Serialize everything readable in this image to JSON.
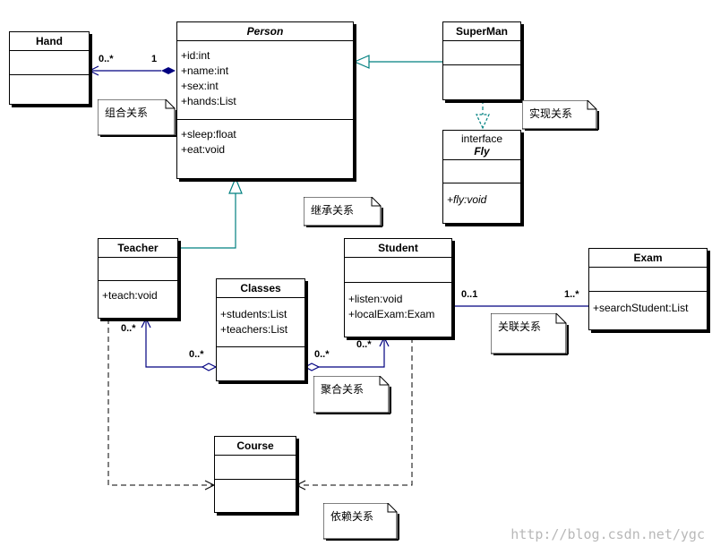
{
  "classes": {
    "hand": {
      "name": "Hand"
    },
    "person": {
      "name": "Person",
      "attributes": [
        "+id:int",
        "+name:int",
        "+sex:int",
        "+hands:List"
      ],
      "operations": [
        "+sleep:float",
        "+eat:void"
      ]
    },
    "superman": {
      "name": "SuperMan"
    },
    "fly": {
      "stereotype": "interface",
      "name": "Fly",
      "operations": [
        "+fly:void"
      ]
    },
    "teacher": {
      "name": "Teacher",
      "operations": [
        "+teach:void"
      ]
    },
    "classes": {
      "name": "Classes",
      "attributes": [
        "+students:List",
        "+teachers:List"
      ]
    },
    "student": {
      "name": "Student",
      "operations": [
        "+listen:void",
        "+localExam:Exam"
      ]
    },
    "exam": {
      "name": "Exam",
      "operations": [
        "+searchStudent:List"
      ]
    },
    "course": {
      "name": "Course"
    }
  },
  "notes": {
    "composition": "组合关系",
    "realization": "实现关系",
    "inheritance": "继承关系",
    "association": "关联关系",
    "aggregation": "聚合关系",
    "dependency": "依赖关系"
  },
  "multiplicities": {
    "hand_end": "0..*",
    "person_end": "1",
    "teacher_end": "0..*",
    "classes_teacher_end": "0..*",
    "classes_student_end": "0..*",
    "student_classes_end": "0..*",
    "student_exam_end": "0..1",
    "exam_student_end": "1..*"
  },
  "watermark": "http://blog.csdn.net/ygc",
  "colors": {
    "line": "#000080",
    "generalization": "#008080",
    "dependency": "#000000"
  }
}
